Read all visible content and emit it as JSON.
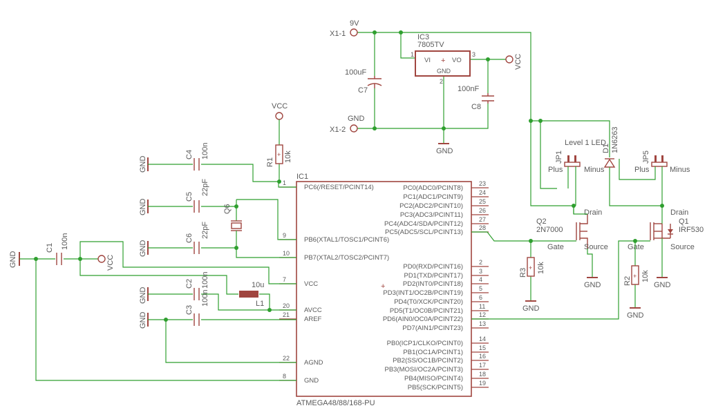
{
  "schematic": {
    "connectors": {
      "x1_1": "X1-1",
      "x1_2": "X1-2",
      "v9": "9V",
      "gnd": "GND"
    },
    "regulator": {
      "name": "IC3",
      "value": "7805TV",
      "vi": "VI",
      "vo": "VO",
      "gnd": "GND",
      "pin1": "1",
      "pin2": "2",
      "pin3": "3",
      "plus": "+"
    },
    "caps": {
      "c7": {
        "name": "C7",
        "value": "100uF"
      },
      "c8": {
        "name": "C8",
        "value": "100nF"
      },
      "c4": {
        "name": "C4",
        "value": "100n"
      },
      "c5": {
        "name": "C5",
        "value": "22pF"
      },
      "c6": {
        "name": "C6",
        "value": "22pF"
      },
      "c1": {
        "name": "C1",
        "value": "100n"
      },
      "c2": {
        "name": "C2",
        "value": "100n"
      },
      "c3": {
        "name": "C3",
        "value": "100n"
      }
    },
    "resistors": {
      "r1": {
        "name": "R1",
        "value": "10k"
      },
      "r2": {
        "name": "R2",
        "value": "10k"
      },
      "r3": {
        "name": "R3",
        "value": "10k"
      }
    },
    "inductor": {
      "name": "L1",
      "value": "10u"
    },
    "crystal": {
      "name": "Q6"
    },
    "supplies": {
      "vcc": "VCC",
      "gnd": "GND"
    },
    "mcu": {
      "name": "IC1",
      "part": "ATMEGA48/88/168-PU",
      "left_pins": [
        {
          "label": "PC6(/RESET/PCINT14)",
          "num": "1"
        },
        {
          "label": "PB6(XTAL1/TOSC1/PCINT6)",
          "num": "9"
        },
        {
          "label": "PB7(XTAL2/TOSC2/PCINT7)",
          "num": "10"
        },
        {
          "label": "VCC",
          "num": "7"
        },
        {
          "label": "AVCC",
          "num": "20"
        },
        {
          "label": "AREF",
          "num": "21"
        },
        {
          "label": "AGND",
          "num": "22"
        },
        {
          "label": "GND",
          "num": "8"
        }
      ],
      "right_pins": [
        {
          "label": "PC0(ADC0/PCINT8)",
          "num": "23"
        },
        {
          "label": "PC1(ADC1/PCINT9)",
          "num": "24"
        },
        {
          "label": "PC2(ADC2/PCINT10)",
          "num": "25"
        },
        {
          "label": "PC3(ADC3/PCINT11)",
          "num": "26"
        },
        {
          "label": "PC4(ADC4/SDA/PCINT12)",
          "num": "27"
        },
        {
          "label": "PC5(ADC5/SCL/PCINT13)",
          "num": "28"
        },
        {
          "label": "PD0(RXD/PCINT16)",
          "num": "2"
        },
        {
          "label": "PD1(TXD/PCINT17)",
          "num": "3"
        },
        {
          "label": "PD2(INT0/PCINT18)",
          "num": "4"
        },
        {
          "label": "PD3(INT1/OC2B/PCINT19)",
          "num": "5"
        },
        {
          "label": "PD4(T0/XCK/PCINT20)",
          "num": "6"
        },
        {
          "label": "PD5(T1/OC0B/PCINT21)",
          "num": "11"
        },
        {
          "label": "PD6(AIN0/OC0A/PCINT22)",
          "num": "12"
        },
        {
          "label": "PD7(AIN1/PCINT23)",
          "num": "13"
        },
        {
          "label": "PB0(ICP1/CLKO/PCINT0)",
          "num": "14"
        },
        {
          "label": "PB1(OC1A/PCINT1)",
          "num": "15"
        },
        {
          "label": "PB2(SS/OC1B/PCINT2)",
          "num": "16"
        },
        {
          "label": "PB3(MOSI/OC2A/PCINT3)",
          "num": "17"
        },
        {
          "label": "PB4(MISO/PCINT4)",
          "num": "18"
        },
        {
          "label": "PB5(SCK/PCINT5)",
          "num": "19"
        }
      ]
    },
    "q2": {
      "name": "Q2",
      "value": "2N7000",
      "drain": "Drain",
      "gate": "Gate",
      "source": "Source"
    },
    "q1": {
      "name": "Q1",
      "value": "IRF530",
      "drain": "Drain",
      "gate": "Gate",
      "source": "Source"
    },
    "jp1": {
      "name": "JP1",
      "plus": "Plus",
      "minus": "Minus",
      "label": "Level 1 LED"
    },
    "jp5": {
      "name": "JP5",
      "plus": "Plus",
      "minus": "Minus"
    },
    "d1": {
      "name": "D1",
      "value": "1N6263"
    }
  }
}
